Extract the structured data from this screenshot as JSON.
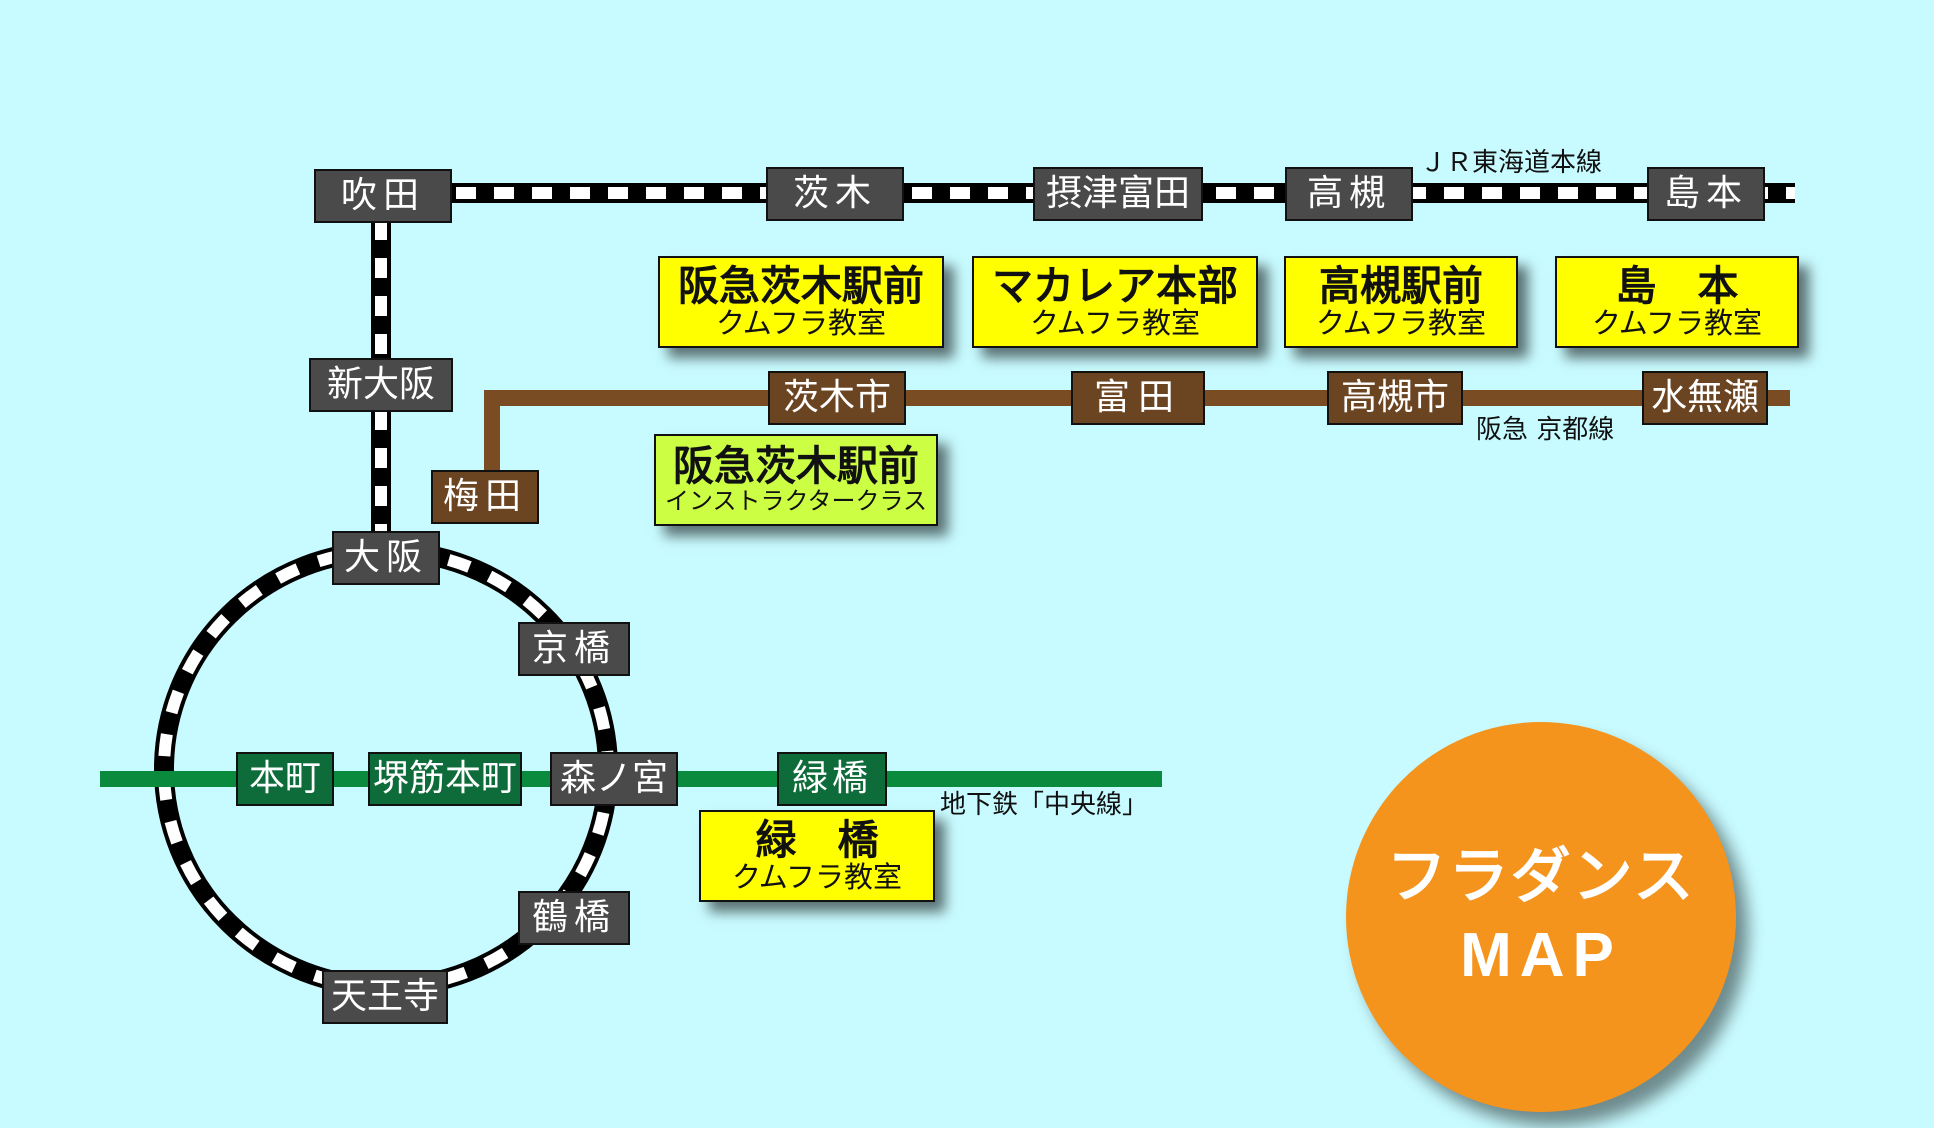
{
  "map_title": {
    "line1": "フラダンス",
    "line2": "MAP"
  },
  "colors": {
    "background": "#c8fbff",
    "jr_station": "#4a4a4a",
    "hankyu_line": "#7a4c24",
    "metro_line": "#0a8a3c",
    "class_box": "#ffff00",
    "instructor_box": "#ccff44",
    "badge": "#f5941d"
  },
  "lines": {
    "jr_tokaido": "ＪＲ東海道本線",
    "hankyu_kyoto": "阪急 京都線",
    "chuo": "地下鉄「中央線」"
  },
  "stations": {
    "suita": "吹田",
    "ibaraki": "茨木",
    "settsu_tonda": "摂津富田",
    "takatsuki": "高槻",
    "shimamoto": "島本",
    "shin_osaka": "新大阪",
    "osaka": "大阪",
    "kyobashi": "京橋",
    "morinomiya": "森ノ宮",
    "tsuruhashi": "鶴橋",
    "tennoji": "天王寺",
    "umeda": "梅田",
    "ibaraki_shi": "茨木市",
    "tonda": "富田",
    "takatsuki_shi": "高槻市",
    "minase": "水無瀬",
    "honmachi": "本町",
    "sakaisuji_honmachi": "堺筋本町",
    "midoribashi": "緑橋"
  },
  "classes": [
    {
      "title": "阪急茨木駅前",
      "subtitle": "クムフラ教室"
    },
    {
      "title": "マカレア本部",
      "subtitle": "クムフラ教室"
    },
    {
      "title": "高槻駅前",
      "subtitle": "クムフラ教室"
    },
    {
      "title": "島　本",
      "subtitle": "クムフラ教室"
    },
    {
      "title": "阪急茨木駅前",
      "subtitle": "インストラクタークラス"
    },
    {
      "title": "緑　橋",
      "subtitle": "クムフラ教室"
    }
  ]
}
